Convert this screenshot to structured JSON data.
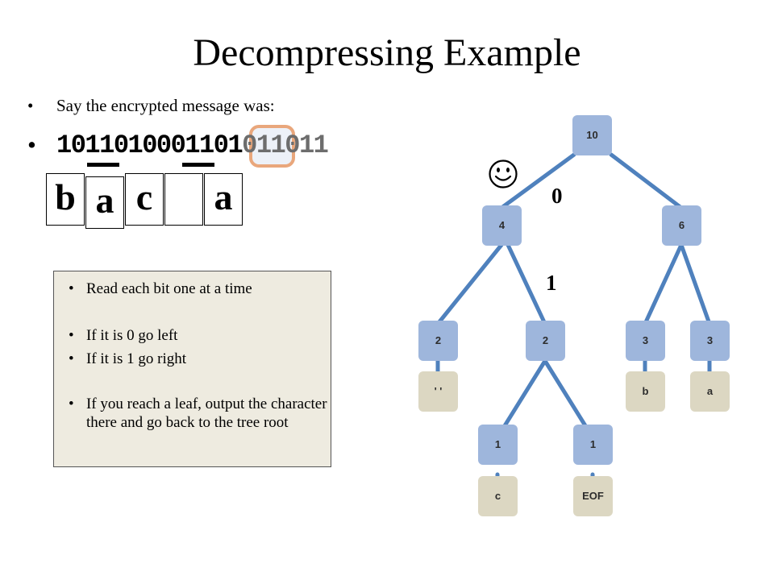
{
  "title": "Decompressing Example",
  "bullet_char": "•",
  "message_intro": "Say the encrypted message was:",
  "bits": [
    "1",
    "0",
    "1",
    "1",
    "0",
    "1",
    "0",
    "0",
    "0",
    "1",
    "1",
    "0",
    "1",
    "0",
    "1",
    "1",
    "0",
    "1",
    "1"
  ],
  "decoded_chars": [
    "b",
    "a",
    "c",
    "",
    "a"
  ],
  "info": [
    "Read each bit one at a time",
    "If it is 0 go left",
    "If it is 1 go right",
    "If you reach a leaf, output the character there and go back to the tree root"
  ],
  "smiley": "☺",
  "edge_labels": {
    "zero": "0",
    "one": "1"
  },
  "tree": {
    "root": "10",
    "left": "4",
    "right": "6",
    "ll": "2",
    "lr": "2",
    "rl": "3",
    "rr": "3",
    "lrl": "1",
    "lrr": "1",
    "leaf_space": "' '",
    "leaf_b": "b",
    "leaf_a": "a",
    "leaf_c": "c",
    "leaf_eof": "EOF"
  },
  "colors": {
    "node": "#9eb6dc",
    "leaf": "#dcd7c2",
    "edge": "#4f81bd",
    "highlight_border": "#e9a77c",
    "infobox_bg": "#eeebe0"
  }
}
